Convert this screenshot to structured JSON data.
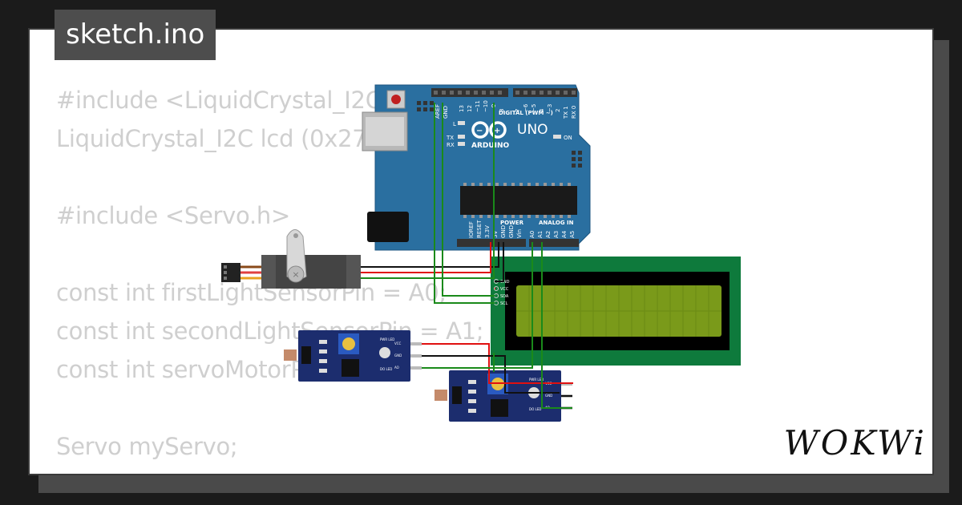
{
  "tab": {
    "filename": "sketch.ino"
  },
  "code_lines": [
    "#include <LiquidCrystal_I2C.h>",
    "LiquidCrystal_I2C lcd (0x27, 16, 2);",
    "",
    "#include <Servo.h>",
    "",
    "const int firstLightSensorPin = A0;",
    "const int secondLightSensorPin = A1;",
    "const int servoMotorPin = 9;",
    "",
    "Servo myServo;"
  ],
  "arduino": {
    "brand": "ARDUINO",
    "model": "UNO",
    "digital_label": "DIGITAL (PWM ~)",
    "power_label": "POWER",
    "analog_label": "ANALOG IN",
    "on_label": "ON",
    "l_label": "L",
    "tx_label": "TX",
    "rx_label": "RX",
    "top_pins": [
      "AREF",
      "GND",
      "13",
      "12",
      "~11",
      "~10",
      "~9",
      "8",
      "7",
      "~6",
      "~5",
      "4",
      "~3",
      "2",
      "TX 1",
      "RX 0"
    ],
    "power_pins": [
      "IOREF",
      "RESET",
      "3.3V",
      "5V",
      "GND",
      "GND",
      "Vin"
    ],
    "analog_pins": [
      "A0",
      "A1",
      "A2",
      "A3",
      "A4",
      "A5"
    ]
  },
  "lcd": {
    "pins": [
      "GND",
      "VCC",
      "SDA",
      "SCL"
    ]
  },
  "ldr_module": {
    "pins": [
      "VCC",
      "GND",
      "AO"
    ],
    "led_labels": [
      "PWR LED",
      "DO LED"
    ]
  },
  "logo": "WOKWi",
  "colors": {
    "board": "#2a6fa0",
    "lcd_pcb": "#0e7a3c",
    "lcd_screen": "#7a9a1a",
    "wire_green": "#1a8a1a",
    "wire_red": "#e01010",
    "wire_black": "#111111"
  }
}
